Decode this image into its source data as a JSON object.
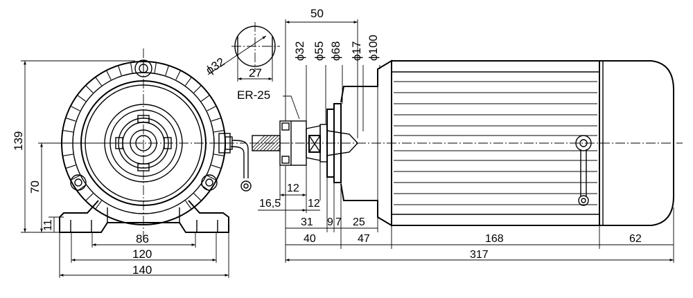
{
  "labels": {
    "top_50": "50",
    "phi32_top": "ϕ32",
    "phi32_shaft": "ϕ32",
    "phi55": "ϕ55",
    "phi68": "ϕ68",
    "phi17": "ϕ17",
    "phi100": "ϕ100",
    "flat_27": "27",
    "collet": "ER-25",
    "height_139": "139",
    "height_70": "70",
    "foot_11": "11",
    "width_86": "86",
    "width_120": "120",
    "width_140": "140",
    "nut_12a": "12",
    "nut_12b": "12",
    "len_16_5": "16,5",
    "len_31": "31",
    "len_9": "9",
    "len_7": "7",
    "len_25": "25",
    "len_40": "40",
    "len_47": "47",
    "len_168": "168",
    "len_62": "62",
    "len_317": "317"
  }
}
